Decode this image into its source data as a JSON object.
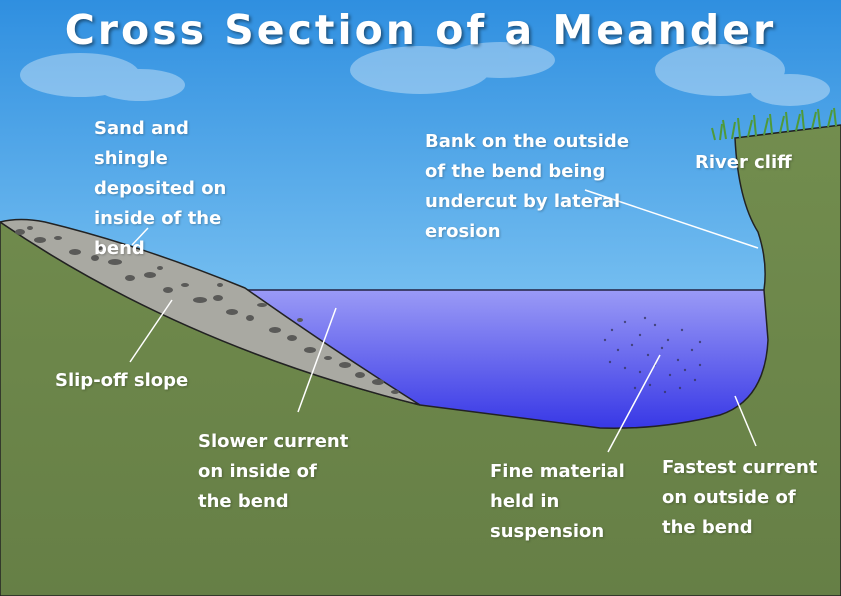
{
  "title": "Cross Section of a Meander",
  "labels": {
    "sand_shingle": [
      "Sand and",
      "shingle",
      "deposited on",
      "inside of the",
      "bend"
    ],
    "bank_undercut": [
      "Bank on the outside",
      "of the bend being",
      "undercut by lateral",
      "erosion"
    ],
    "river_cliff": [
      "River cliff"
    ],
    "slip_off_slope": [
      "Slip-off slope"
    ],
    "slower_current": [
      "Slower current",
      "on inside of",
      "the bend"
    ],
    "fine_material": [
      "Fine material",
      "held in",
      "suspension"
    ],
    "fastest_current": [
      "Fastest current",
      "on outside of",
      "the bend"
    ]
  },
  "colors": {
    "sky_top": "#2f8fe0",
    "sky_bottom": "#bfe6fb",
    "water_top": "#8f8ff5",
    "water_bottom": "#3b3be6",
    "land": "#6f8a4c",
    "deposit": "#a9a9a2",
    "grass": "#4f9a3a"
  }
}
